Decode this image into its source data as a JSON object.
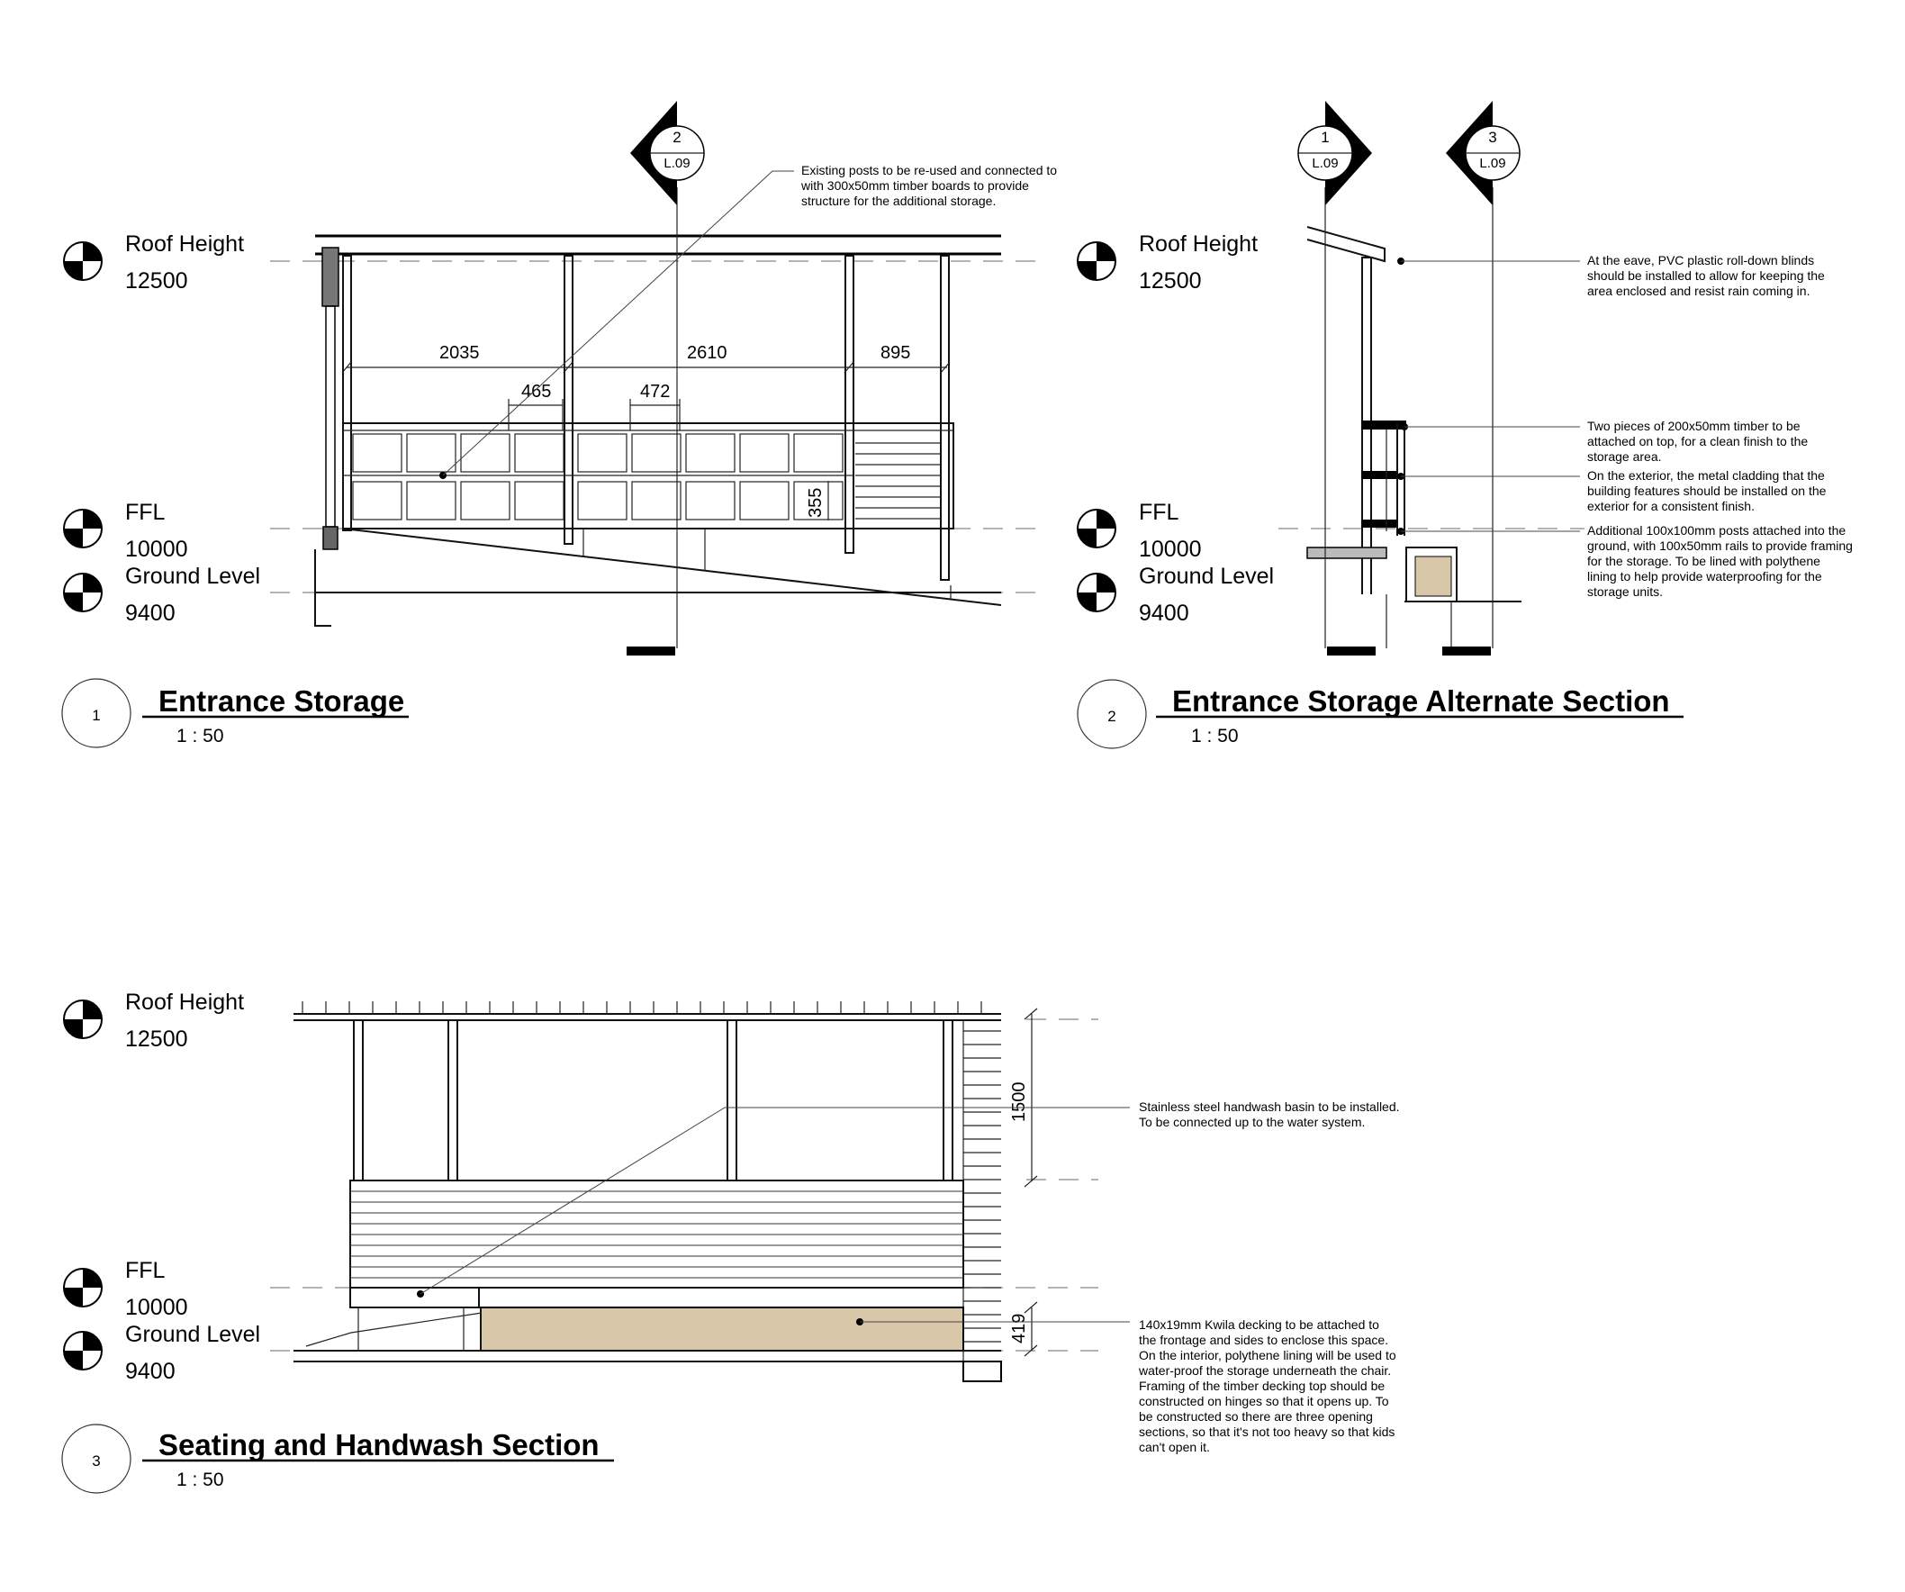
{
  "levels": {
    "roof": {
      "name": "Roof Height",
      "value": "12500"
    },
    "ffl": {
      "name": "FFL",
      "value": "10000"
    },
    "ground": {
      "name": "Ground Level",
      "value": "9400"
    }
  },
  "views": [
    {
      "number": "1",
      "title": "Entrance Storage",
      "scale": "1 : 50"
    },
    {
      "number": "2",
      "title": "Entrance Storage Alternate Section",
      "scale": "1 : 50"
    },
    {
      "number": "3",
      "title": "Seating and Handwash Section",
      "scale": "1 : 50"
    }
  ],
  "section_markers": [
    {
      "number": "2",
      "sheet": "L.09"
    },
    {
      "number": "1",
      "sheet": "L.09"
    },
    {
      "number": "3",
      "sheet": "L.09"
    }
  ],
  "dimensions": {
    "bay1": "2035",
    "bay2": "2610",
    "bay3": "895",
    "cubby1": "465",
    "cubby2": "472",
    "cubby_height": "355",
    "upper_height": "1500",
    "seat_height": "419"
  },
  "notes": {
    "existing_posts": [
      "Existing posts to be re-used and connected to",
      "with 300x50mm timber boards to provide",
      "structure for the additional storage."
    ],
    "eave_blinds": [
      "At the eave, PVC plastic roll-down blinds",
      "should be installed to allow for keeping the",
      "area enclosed and resist rain coming in."
    ],
    "timber_top": [
      "Two pieces of 200x50mm timber to be",
      "attached on top, for a clean finish to the",
      "storage area."
    ],
    "metal_cladding": [
      "On the exterior, the metal cladding that the",
      "building features should be installed on the",
      "exterior for a consistent finish."
    ],
    "posts_rails": [
      "Additional 100x100mm posts attached into the",
      "ground, with 100x50mm rails to provide framing",
      "for the storage. To be lined with polythene",
      "lining to help provide waterproofing for the",
      "storage units."
    ],
    "handwash": [
      "Stainless steel handwash basin to be installed.",
      "To be connected up to the water system."
    ],
    "decking": [
      "140x19mm Kwila decking to be attached to",
      "the frontage and sides to enclose this space.",
      "On the interior, polythene lining will be used to",
      "water-proof the storage underneath the chair.",
      "Framing of the timber decking top should be",
      "constructed on hinges so that it opens up. To",
      "be constructed so there are three opening",
      "sections, so that it's not too heavy so that kids",
      "can't open it."
    ]
  },
  "colors": {
    "timber_fill": "#d8c7a8",
    "line": "#111111"
  }
}
